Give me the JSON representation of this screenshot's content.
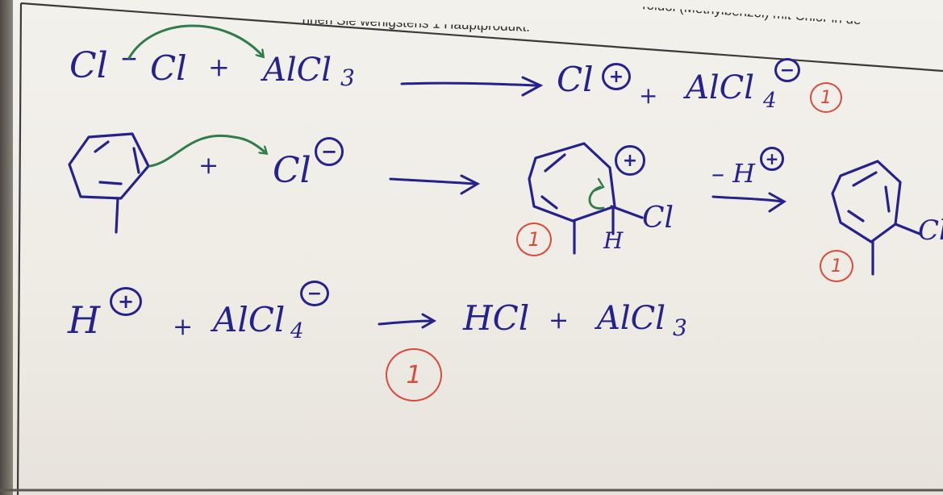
{
  "printed_text": {
    "left_fragment": "nnen Sie wenigstens 1 Hauptprodukt.",
    "right_fragment": "Toluol (Methylbenzol) mit Chlor in de"
  },
  "reaction1": {
    "cl_left": "Cl",
    "bond": "–",
    "cl_right": "Cl",
    "plus": "+",
    "reagent": "AlCl",
    "reagent_sub": "3",
    "product1": "Cl",
    "plus2": "+",
    "product2": "AlCl",
    "product2_sub": "4",
    "score": "1"
  },
  "reaction2": {
    "plus": "+",
    "electrophile": "Cl",
    "intermediate_substituent": "Cl",
    "intermediate_h": "H",
    "loss_label": "– H",
    "product_substituent": "Cl",
    "score_intermediate": "1",
    "score_product": "1"
  },
  "reaction3": {
    "proton": "H",
    "plus": "+",
    "reagent": "AlCl",
    "reagent_sub": "4",
    "product1": "HCl",
    "plus2": "+",
    "product2": "AlCl",
    "product2_sub": "3",
    "score": "1"
  },
  "charges": {
    "plus": "+",
    "minus": "−"
  },
  "colors": {
    "ink_blue": "#26228c",
    "ink_green": "#2f7d4a",
    "ink_red": "#d84a3a"
  }
}
